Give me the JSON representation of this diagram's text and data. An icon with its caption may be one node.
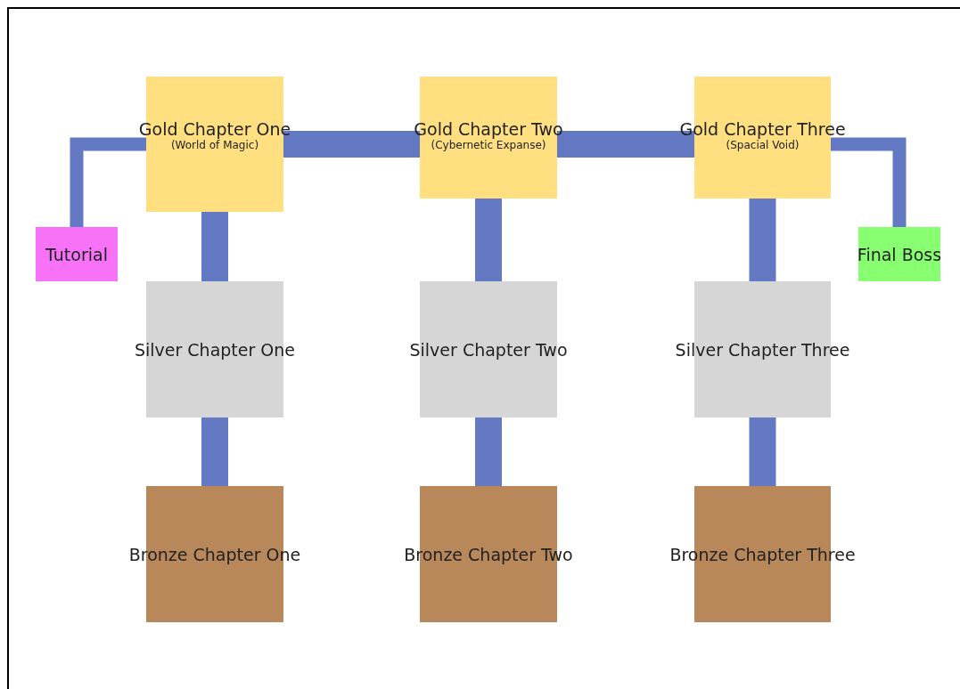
{
  "diagram": {
    "nodes": [
      {
        "text": [
          "Tutorial"
        ]
      },
      {
        "text": [
          "Gold Chapter One",
          "(World of Magic)"
        ]
      },
      {
        "text": [
          "Gold Chapter Two",
          "(Cybernetic Expanse)"
        ]
      },
      {
        "text": [
          "Gold Chapter Three",
          "(Spacial Void)"
        ]
      },
      {
        "text": [
          "Final Boss"
        ]
      },
      {
        "text": [
          "Silver Chapter One"
        ]
      },
      {
        "text": [
          "Silver Chapter Two"
        ]
      },
      {
        "text": [
          "Silver Chapter Three"
        ]
      },
      {
        "text": [
          "Bronze Chapter One"
        ]
      },
      {
        "text": [
          "Bronze Chapter Two"
        ]
      },
      {
        "text": [
          "Bronze Chapter Three"
        ]
      }
    ],
    "edges": [
      {
        "from": 0,
        "to": 1,
        "arrow": "none"
      },
      {
        "from": 1,
        "to": 2,
        "arrow": "none"
      },
      {
        "from": 2,
        "to": 3,
        "arrow": "none"
      },
      {
        "from": 3,
        "to": 4,
        "arrow": "none"
      },
      {
        "from": 1,
        "to": 5,
        "arrow": "none"
      },
      {
        "from": 2,
        "to": 6,
        "arrow": "none"
      },
      {
        "from": 3,
        "to": 7,
        "arrow": "none"
      },
      {
        "from": 5,
        "to": 8,
        "arrow": "none"
      },
      {
        "from": 6,
        "to": 9,
        "arrow": "none"
      },
      {
        "from": 7,
        "to": 10,
        "arrow": "none"
      }
    ]
  }
}
